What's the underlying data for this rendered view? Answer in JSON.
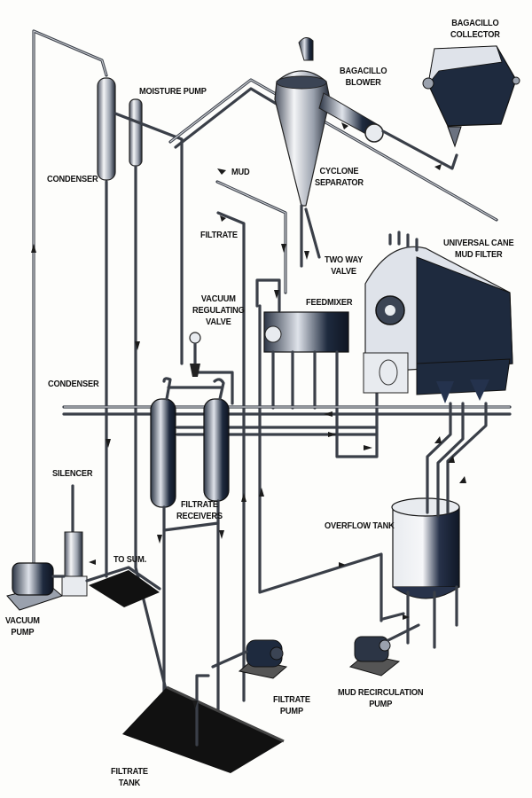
{
  "diagram": {
    "type": "process-flow-illustration",
    "subject": "Cane mud filtration station (rotary vacuum filter system)",
    "labels": {
      "bagacillo_collector": [
        "BAGACILLO",
        "COLLECTOR"
      ],
      "bagacillo_blower": [
        "BAGACILLO",
        "BLOWER"
      ],
      "moisture_pump": "MOISTURE PUMP",
      "condenser_top": "CONDENSER",
      "mud": "MUD",
      "cyclone_separator": [
        "CYCLONE",
        "SEPARATOR"
      ],
      "filtrate_inlet": "FILTRATE",
      "two_way_valve": [
        "TWO WAY",
        "VALVE"
      ],
      "universal_cane_mud_filter": [
        "UNIVERSAL CANE",
        "MUD FILTER"
      ],
      "vacuum_regulating_valve": [
        "VACUUM",
        "REGULATING",
        "VALVE"
      ],
      "feedmixer": "FEEDMIXER",
      "condenser_mid": "CONDENSER",
      "silencer": "SILENCER",
      "filtrate_receivers": [
        "FILTRATE",
        "RECEIVERS"
      ],
      "overflow_tank": "OVERFLOW TANK",
      "to_sum": "TO SUM.",
      "vacuum_pump": [
        "VACUUM",
        "PUMP"
      ],
      "filtrate_pump": [
        "FILTRATE",
        "PUMP"
      ],
      "mud_recirculation_pump": [
        "MUD RECIRCULATION",
        "PUMP"
      ],
      "filtrate_tank": [
        "FILTRATE",
        "TANK"
      ]
    },
    "colors": {
      "pipe": "#3a3f48",
      "equipment_dark": "#1e2a3e",
      "equipment_light": "#dfe3ea",
      "background": "#fdfdfb",
      "text": "#111111"
    }
  }
}
